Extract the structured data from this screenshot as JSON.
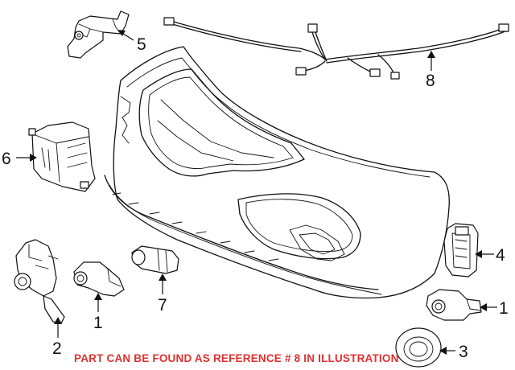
{
  "callouts": {
    "c1a": "1",
    "c1b": "1",
    "c2": "2",
    "c3": "3",
    "c4": "4",
    "c5": "5",
    "c6": "6",
    "c7": "7",
    "c8": "8"
  },
  "footer_note": "PART CAN BE FOUND AS REFERENCE # 8 IN ILLUSTRATION",
  "colors": {
    "line": "#111111",
    "note": "#e03030",
    "background": "#ffffff"
  }
}
